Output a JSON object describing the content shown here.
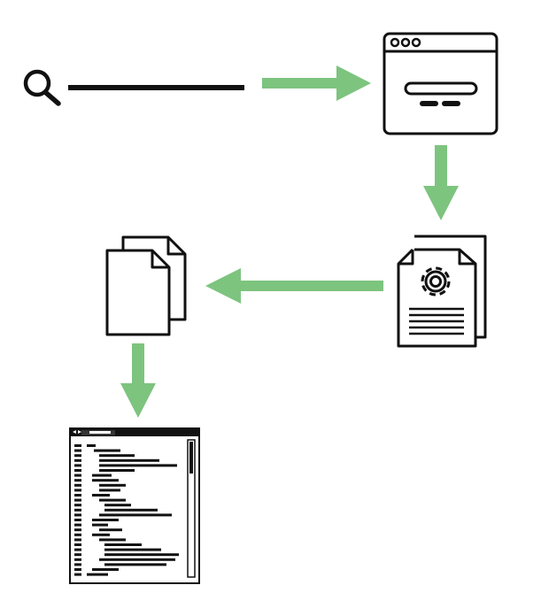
{
  "colors": {
    "background": "#ffffff",
    "stroke": "#111111",
    "arrow": "#7dc47f"
  },
  "nodes": [
    {
      "id": "search",
      "icon": "search-icon"
    },
    {
      "id": "browser",
      "icon": "browser-window-icon"
    },
    {
      "id": "settings-document",
      "icon": "settings-document-icon"
    },
    {
      "id": "documents",
      "icon": "documents-icon"
    },
    {
      "id": "code-file",
      "icon": "code-file-icon"
    }
  ],
  "edges": [
    {
      "from": "search",
      "to": "browser",
      "direction": "right"
    },
    {
      "from": "browser",
      "to": "settings-document",
      "direction": "down"
    },
    {
      "from": "settings-document",
      "to": "documents",
      "direction": "left"
    },
    {
      "from": "documents",
      "to": "code-file",
      "direction": "down"
    }
  ]
}
